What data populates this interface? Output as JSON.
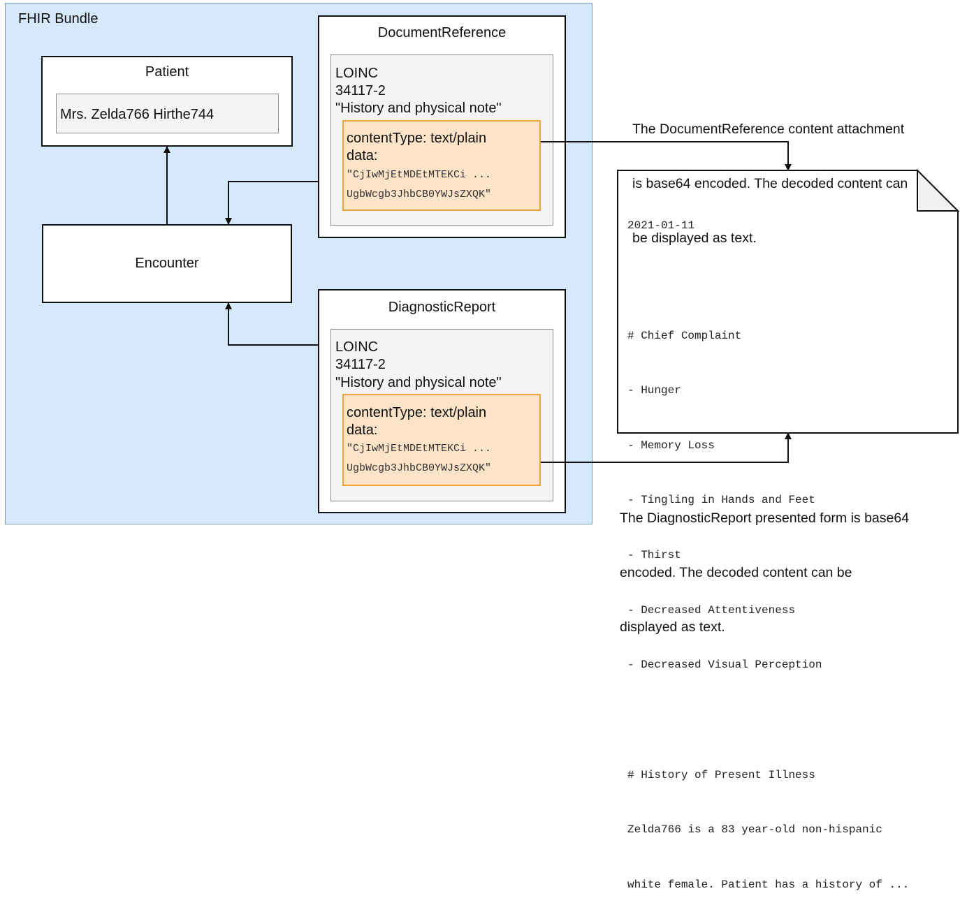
{
  "bundle": {
    "title": "FHIR Bundle"
  },
  "patient": {
    "title": "Patient",
    "name": "Mrs. Zelda766 Hirthe744"
  },
  "encounter": {
    "title": "Encounter"
  },
  "document_reference": {
    "title": "DocumentReference",
    "code_system": "LOINC",
    "code": "34117-2",
    "display": "\"History and physical note\"",
    "content_type": "contentType: text/plain",
    "data_label": "data:",
    "data_line1": "\"CjIwMjEtMDEtMTEKCi ...",
    "data_line2": "UgbWcgb3JhbCB0YWJsZXQK\""
  },
  "diagnostic_report": {
    "title": "DiagnosticReport",
    "code_system": "LOINC",
    "code": "34117-2",
    "display": "\"History and physical note\"",
    "content_type": "contentType: text/plain",
    "data_label": "data:",
    "data_line1": "\"CjIwMjEtMDEtMTEKCi ...",
    "data_line2": "UgbWcgb3JhbCB0YWJsZXQK\""
  },
  "decoded_document": {
    "lines": [
      "2021-01-11",
      "",
      "# Chief Complaint",
      "- Hunger",
      "- Memory Loss",
      "- Tingling in Hands and Feet",
      "- Thirst",
      "- Decreased Attentiveness",
      "- Decreased Visual Perception",
      "",
      "# History of Present Illness",
      "Zelda766 is a 83 year-old non-hispanic",
      "white female. Patient has a history of ..."
    ]
  },
  "annotations": {
    "document_reference_note": [
      "The DocumentReference content attachment",
      "is base64 encoded. The decoded content can",
      "be displayed as text."
    ],
    "diagnostic_report_note": [
      "The DiagnosticReport presented form is base64",
      "encoded. The decoded content can be",
      "displayed as text."
    ]
  }
}
